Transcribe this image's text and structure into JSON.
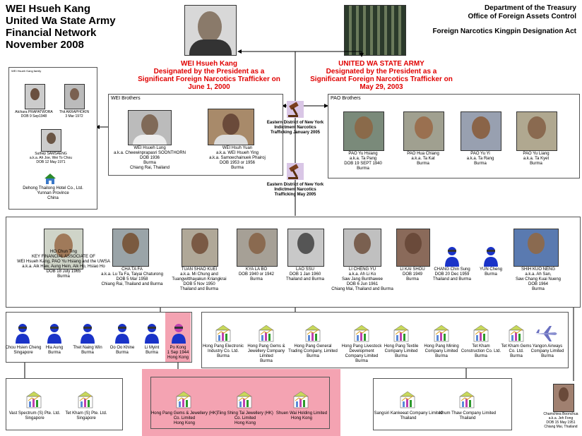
{
  "title": {
    "line1": "WEI Hsueh Kang",
    "line2": "United Wa State Army",
    "line3": "Financial Network",
    "line4": "November 2008"
  },
  "header": {
    "dept": "Department of the Treasury",
    "office": "Office of Foreign Assets Control",
    "act": "Foreign Narcotics Kingpin Designation Act"
  },
  "designations": {
    "wei": {
      "name": "WEI Hsueh Kang",
      "l1": "Designated by the President as a",
      "l2": "Significant Foreign Narcotics Trafficker on",
      "l3": "June 1, 2000"
    },
    "uwsa": {
      "name": "UNITED WA STATE ARMY",
      "l1": "Designated by the President as a",
      "l2": "Significant Foreign Narcotics Trafficker on",
      "l3": "May 29, 2003"
    }
  },
  "indictments": {
    "i1": "Eastern District of New York\nIndictment\nNarcotics Trafficking\nJanuary 2005",
    "i2": "Eastern District of New York\nIndictment\nNarcotics Trafficking\nMay 2005"
  },
  "family": {
    "label": "WEI Hsueh Kang family",
    "members": [
      "Atchara PRAPATWORA\nDOB 9 Sep1948",
      "Thit AKRAPHOKIN\n3 Mar 1972",
      "Suthep SAMSAENG\na.k.a. Ah Joe, Wei To Chou\nDOB 12 May 1971"
    ],
    "hotel": "Dehong Thailong Hotel Co., Ltd.\nYunnan Province\nChina"
  },
  "wei_brothers": {
    "label": "WEI Brothers",
    "members": [
      "WEI Hsueh Lung\na.k.a. Cheewinprapasri SOONTHORN\nDOB 1936\nBurma\nChiang Rai, Thailand",
      "WEI Hsuh Yuan\na.k.a. WEI Hsueh Ying\na.k.a. Samoechainuek Phairoj\nDOB 1953 or 1956\nBurma"
    ]
  },
  "pao_brothers": {
    "label": "PAO Brothers",
    "members": [
      "PAO Yu Hsiang\na.k.a. Ta Pang\nDOB 19 SEPT 1940\nBurma",
      "PAO Hua Chiang\na.k.a. Ta Kat\nBurma",
      "PAO Yu Yi\na.k.a. Ta Rang\nBurma",
      "PAO Yu Liang\na.k.a. Ta Kyet\nBurma"
    ]
  },
  "associates": [
    "HO Chun Ting\nKEY FINANCIAL ASSOCIATE OF\nWEI Hsueh Kang, PAO Yu Hsiang and the UWSA\na.k.a. Aik Haw, Aung Hein, Aik Ho, Hsiao Ho\nDOB 18 July 1965\nBurma",
    "CHA TA FA\na.k.a. Lu Ta Fa, Taiyai Chaturong\nDOB 5 Mar 1958\nChiang Rai, Thailand and Burma",
    "TUAN SHAO KUEI\na.k.a. Mi Chung and\nTuangwitthayakun Kriangkrai\nDOB 5 Nov 1950\nThailand and Burma",
    "KYA LA BO\nDOB 1940 or 1942\nBurma",
    "LAO SSU\nDOB 1 Jan 1960\nThailand and Burma",
    "LI CHENG YU\na.k.a. Ah Li Ko\nSaw Jang Bunthawee\nDOB 6 Jun 1961\nChiang Mai, Thailand and Burma",
    "LI KAI SHOU\nDOB 1949\nBurma",
    "CHANG Chin Sung\nDOB 20 Dec 1959\nThailand and Burma",
    "YUN Cheng\nBurma",
    "SHIH KUO NENG\na.k.a. Ah San,\nSaw Chang Kuai Nueng\nDOB 1964\nBurma"
  ],
  "persons_row": [
    "Chou Hsien Cheng\nSingapore",
    "Hla Aung\nBurma",
    "Thet Naing Win\nBurma",
    "Oo Oo Khine\nBurma",
    "Li Myint\nBurma",
    "Po Kong\n1 Sep 1944\nHong Kong"
  ],
  "companies_row": [
    "Hong Pang Electronic\nIndustry Co. Ltd.\nBurma",
    "Hong Pang Gems &\nJewellery Company Limited\nBurma",
    "Hong Pang General\nTrading Company, Limited\nBurma",
    "Hong Pang Livestock\nDevelopment\nCompany Limited\nBurma",
    "Hong Pang Textile\nCompany Limited\nBurma",
    "Hong Pang Mining\nCompany Limited\nBurma",
    "Tet Kham\nConstruction Co. Ltd.\nBurma",
    "Tet Kham Gems\nCo. Ltd.\nBurma",
    "Yangon Airways\nCompany Limited\nBurma"
  ],
  "singapore": [
    "Vast Spectrum (S) Pte. Ltd.\nSingapore",
    "Tet Kham (S) Pte. Ltd.\nSingapore"
  ],
  "hongkong": [
    "Hong Pang Gems & Jewellery (HK)\nCo. Limited\nHong Kong",
    "Tiing Shing Tai Jewellery (HK)\nCo. Limited\nHong Kong",
    "Shuen Wai Holding Limited\nHong Kong"
  ],
  "thailand": [
    "Sangsiri Kankeeat Company Limited\nThailand",
    "Khum Thaw Company Limited\nThailand"
  ],
  "chamchiea": "Chamchiea Boonchua\na.k.a. Jeh Fong\nDOB 15 May 1951\nChiang Mai, Thailand",
  "colors": {
    "red": "#e00000",
    "pink": "#f4a3b2",
    "person_blue": "#1a33c8",
    "person_pink": "#c040b0"
  }
}
